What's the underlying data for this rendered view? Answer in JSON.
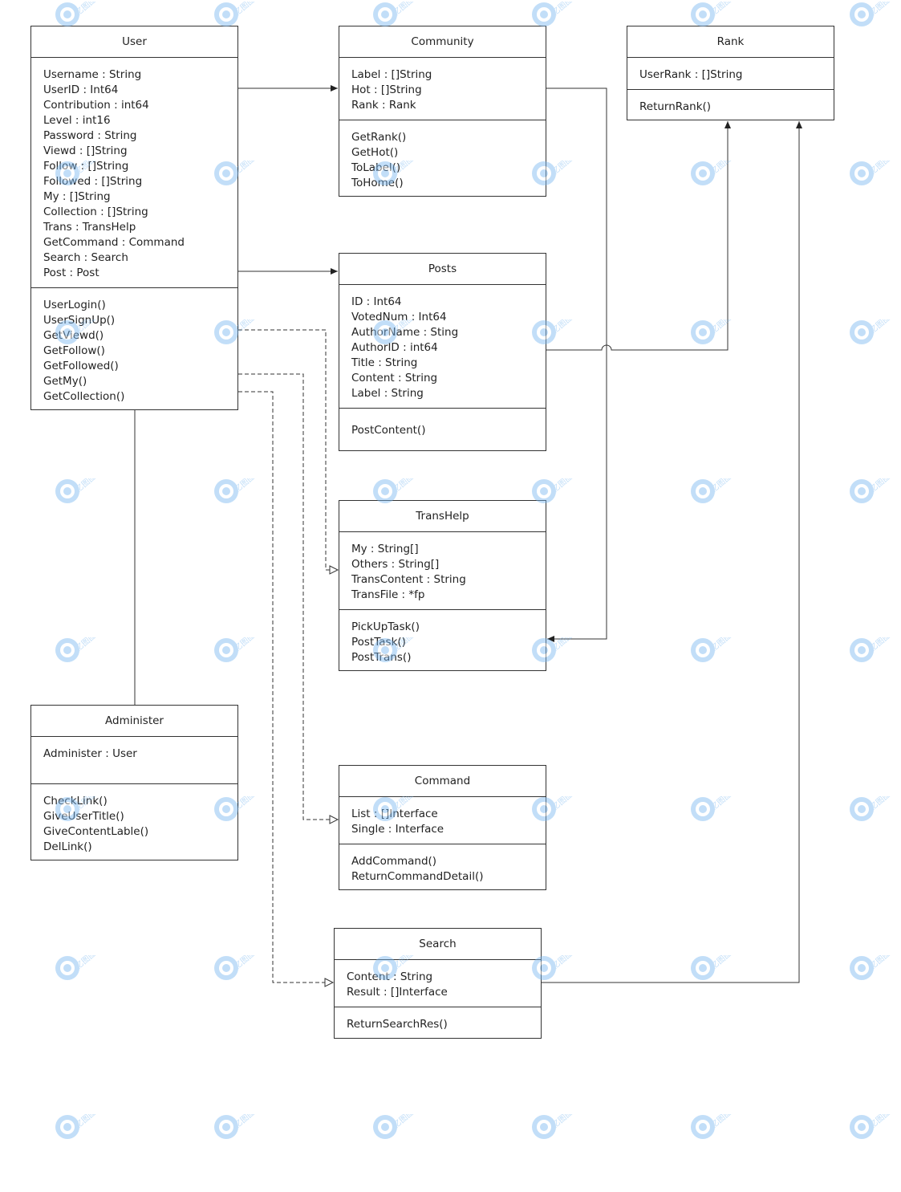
{
  "classes": {
    "user": {
      "name": "User",
      "attributes": [
        "Username : String",
        "UserID : Int64",
        "Contribution : int64",
        "Level : int16",
        "Password : String",
        "Viewd : []String",
        "Follow : []String",
        "Followed : []String",
        "My :  []String",
        "Collection : []String",
        "Trans : TransHelp",
        "GetCommand : Command",
        "Search : Search",
        "Post : Post"
      ],
      "methods": [
        "UserLogin()",
        "UserSignUp()",
        "GetViewd()",
        "GetFollow()",
        "GetFollowed()",
        "GetMy()",
        "GetCollection()"
      ]
    },
    "community": {
      "name": "Community",
      "attributes": [
        "Label : []String",
        "Hot : []String",
        "Rank : Rank"
      ],
      "methods": [
        "GetRank()",
        "GetHot()",
        "ToLabel()",
        "ToHome()"
      ]
    },
    "rank": {
      "name": "Rank",
      "attributes": [
        "UserRank : []String"
      ],
      "methods": [
        "ReturnRank()"
      ]
    },
    "posts": {
      "name": "Posts",
      "attributes": [
        "ID : Int64",
        "VotedNum : Int64",
        "AuthorName : Sting",
        "AuthorID : int64",
        "Title : String",
        "Content : String",
        "Label : String"
      ],
      "methods": [
        "PostContent()"
      ]
    },
    "transhelp": {
      "name": "TransHelp",
      "attributes": [
        "My : String[]",
        "Others : String[]",
        "TransContent : String",
        "TransFile : *fp"
      ],
      "methods": [
        "PickUpTask()",
        "PostTask()",
        "PostTrans()"
      ]
    },
    "administer": {
      "name": "Administer",
      "attributes": [
        "Administer : User"
      ],
      "methods": [
        "CheckLink()",
        "GiveUserTitle()",
        "GiveContentLable()",
        "DelLink()"
      ]
    },
    "command": {
      "name": "Command",
      "attributes": [
        "List : []Interface",
        "Single : Interface"
      ],
      "methods": [
        "AddCommand()",
        "ReturnCommandDetail()"
      ]
    },
    "search": {
      "name": "Search",
      "attributes": [
        "Content : String",
        "Result : []Interface"
      ],
      "methods": [
        "ReturnSearchRes()"
      ]
    }
  },
  "relations": [
    {
      "from": "User",
      "to": "Community",
      "kind": "association"
    },
    {
      "from": "User",
      "to": "Posts",
      "kind": "association"
    },
    {
      "from": "Community",
      "to": "TransHelp",
      "kind": "association"
    },
    {
      "from": "Posts",
      "to": "Rank",
      "kind": "association"
    },
    {
      "from": "Search",
      "to": "Rank",
      "kind": "association"
    },
    {
      "from": "Administer",
      "to": "User",
      "kind": "inheritance"
    },
    {
      "from": "User",
      "to": "TransHelp",
      "kind": "dependency"
    },
    {
      "from": "User",
      "to": "Command",
      "kind": "dependency"
    },
    {
      "from": "User",
      "to": "Search",
      "kind": "dependency"
    }
  ],
  "watermark": {
    "text": "亿图图示",
    "color": "#7ab8f0"
  },
  "colors": {
    "line": "#333333",
    "background": "#ffffff"
  }
}
